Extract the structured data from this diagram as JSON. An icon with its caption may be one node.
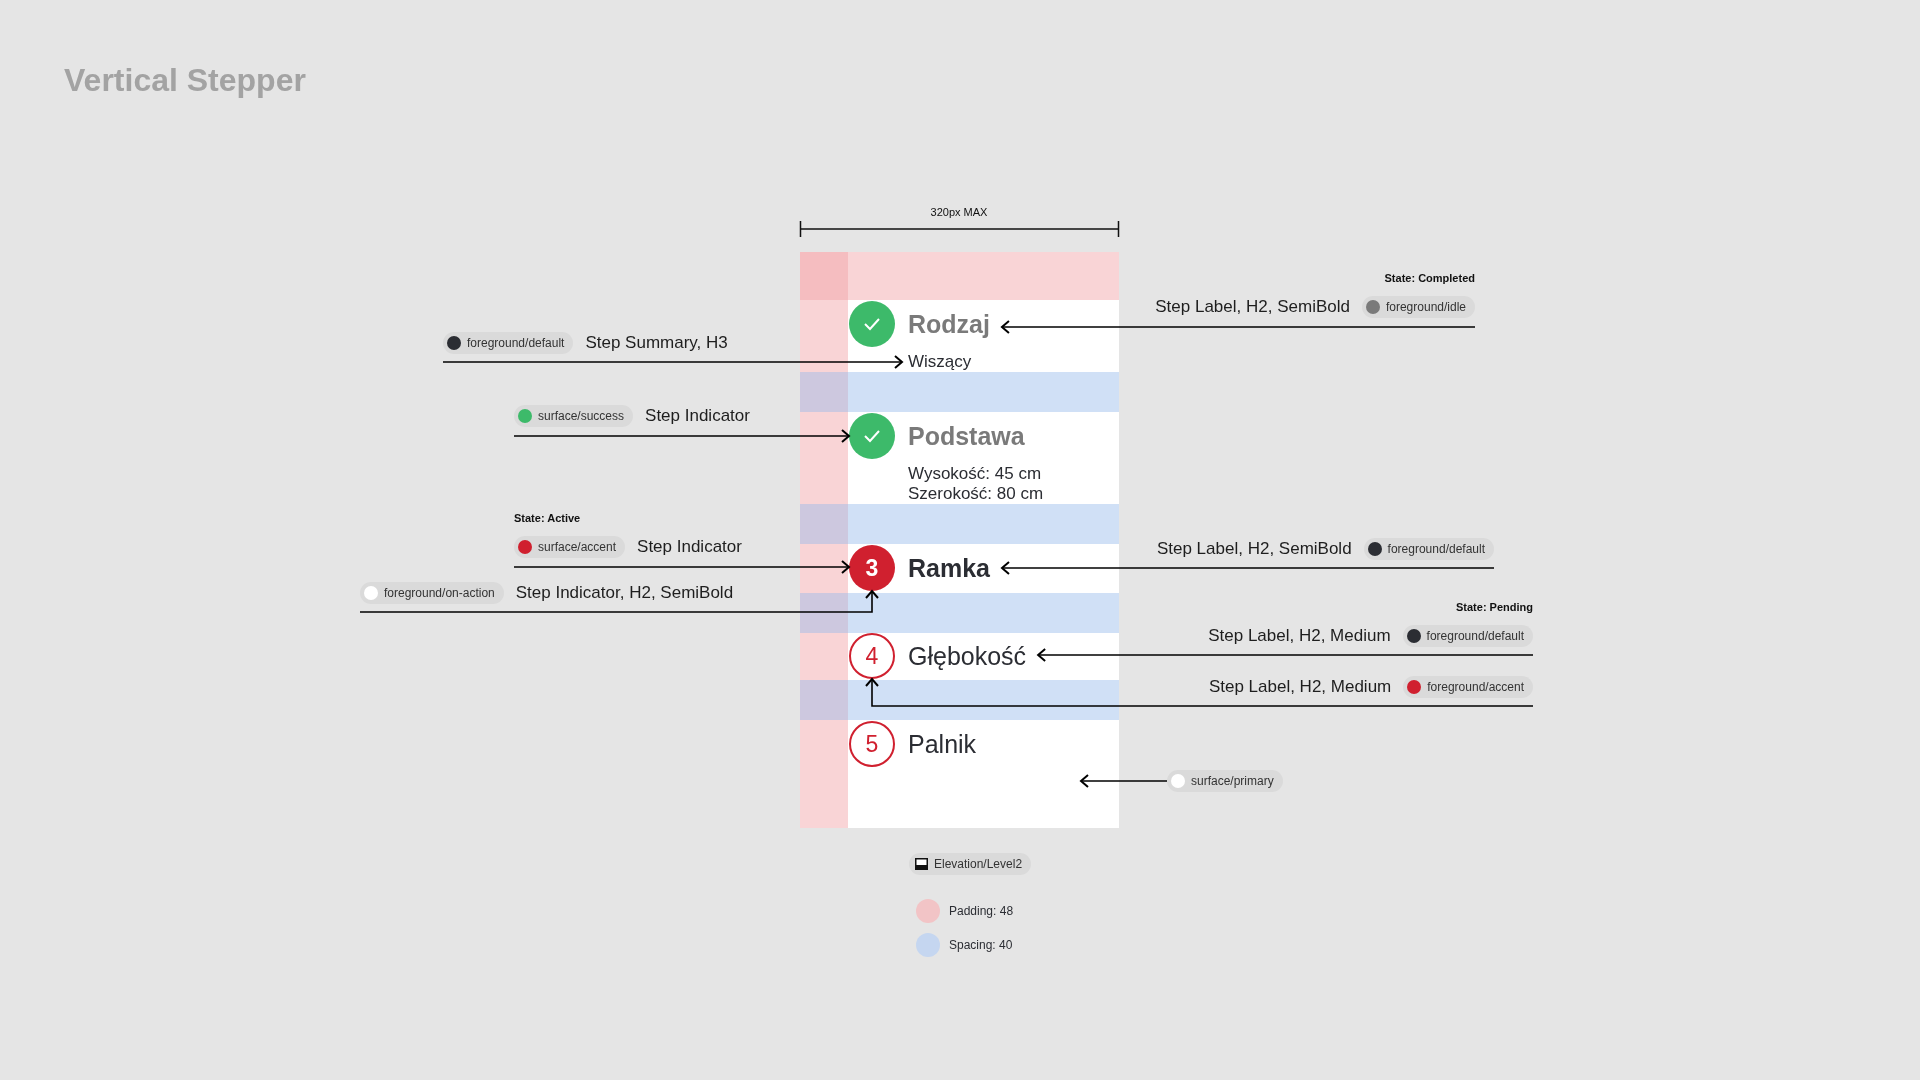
{
  "diagram": {
    "title": "Vertical Stepper",
    "nodes": [
      {
        "text": [],
        "shape": "box"
      },
      {
        "text": [],
        "shape": "circle",
        "in": 0
      },
      {
        "text": [
          "Rodzaj"
        ],
        "in": 0
      },
      {
        "text": [
          "Wiszący"
        ],
        "in": 0
      },
      {
        "text": [],
        "shape": "circle",
        "in": 0
      },
      {
        "text": [
          "Podstawa"
        ],
        "in": 0
      },
      {
        "text": [
          "Wysokość: 45 cm",
          "Szerokość: 80 cm"
        ],
        "in": 0
      },
      {
        "text": [
          "3"
        ],
        "in": 0
      },
      {
        "text": [
          "Ramka"
        ],
        "in": 0
      },
      {
        "text": [
          "4"
        ],
        "in": 0
      },
      {
        "text": [
          "Głębokość"
        ],
        "in": 0
      },
      {
        "text": [
          "5"
        ],
        "in": 0
      },
      {
        "text": [
          "Palnik"
        ],
        "in": 0
      },
      {
        "text": [
          "foreground/default",
          "Step Summary, H3"
        ]
      },
      {
        "text": [
          "surface/success",
          "Step Indicator"
        ]
      },
      {
        "text": [
          "surface/accent",
          "Step Indicator"
        ],
        "beside": [
          "State: Active"
        ]
      },
      {
        "text": [
          "foreground/on-action",
          "Step Indicator, H2, SemiBold"
        ]
      },
      {
        "text": [
          "Step Label, H2, SemiBold",
          "foreground/idle"
        ],
        "beside": [
          "State: Completed"
        ]
      },
      {
        "text": [
          "Step Label, H2, SemiBold",
          "foreground/default"
        ]
      },
      {
        "text": [
          "Step Label, H2, Medium",
          "foreground/default"
        ],
        "beside": [
          "State: Pending"
        ]
      },
      {
        "text": [
          "Step Label, H2, Medium",
          "foreground/accent"
        ]
      },
      {
        "text": [
          "surface/primary"
        ]
      },
      {
        "text": [
          "Elevation/Level2"
        ]
      }
    ],
    "edges": [
      {
        "from": 13,
        "to": 3,
        "arrow": "to"
      },
      {
        "from": 14,
        "to": 4,
        "arrow": "to"
      },
      {
        "from": 15,
        "to": 7,
        "arrow": "to"
      },
      {
        "from": 16,
        "to": 7,
        "arrow": "to"
      },
      {
        "from": 17,
        "to": 2,
        "arrow": "to"
      },
      {
        "from": 18,
        "to": 8,
        "arrow": "to"
      },
      {
        "from": 19,
        "to": 10,
        "arrow": "to"
      },
      {
        "from": 20,
        "to": 9,
        "arrow": "to"
      },
      {
        "from": 21,
        "to": 0,
        "arrow": "to"
      }
    ],
    "labels": [
      "320px MAX"
    ],
    "legend": [
      {
        "text": "Padding: 48",
        "color": "#f2c4c6"
      },
      {
        "text": "Spacing: 40",
        "color": "#c5d6f0"
      }
    ]
  }
}
